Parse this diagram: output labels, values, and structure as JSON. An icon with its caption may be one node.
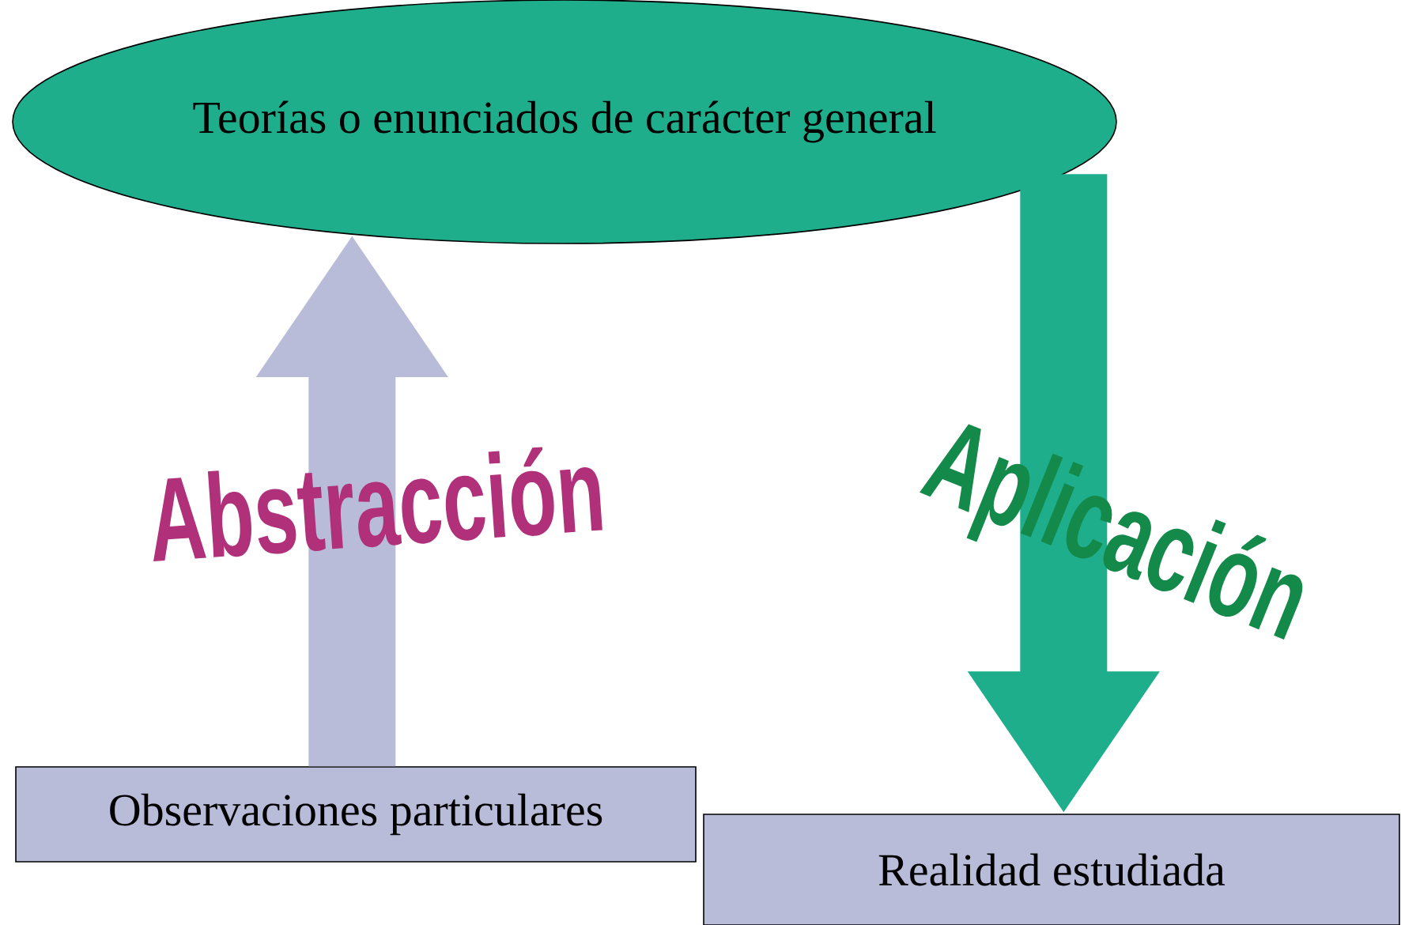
{
  "diagram": {
    "nodes": [
      {
        "text": [
          "Teorías o enunciados de carácter general"
        ]
      },
      {
        "text": [
          "Observaciones particulares"
        ]
      },
      {
        "text": [
          "Realidad estudiada"
        ]
      }
    ],
    "edges": [
      {
        "from": 1,
        "to": 0,
        "arrow": "to",
        "label": "Abstracción",
        "color": "#b8bcd8"
      },
      {
        "from": 0,
        "to": 2,
        "arrow": "to",
        "label": "Aplicación",
        "color": "#1fae8c"
      }
    ]
  }
}
